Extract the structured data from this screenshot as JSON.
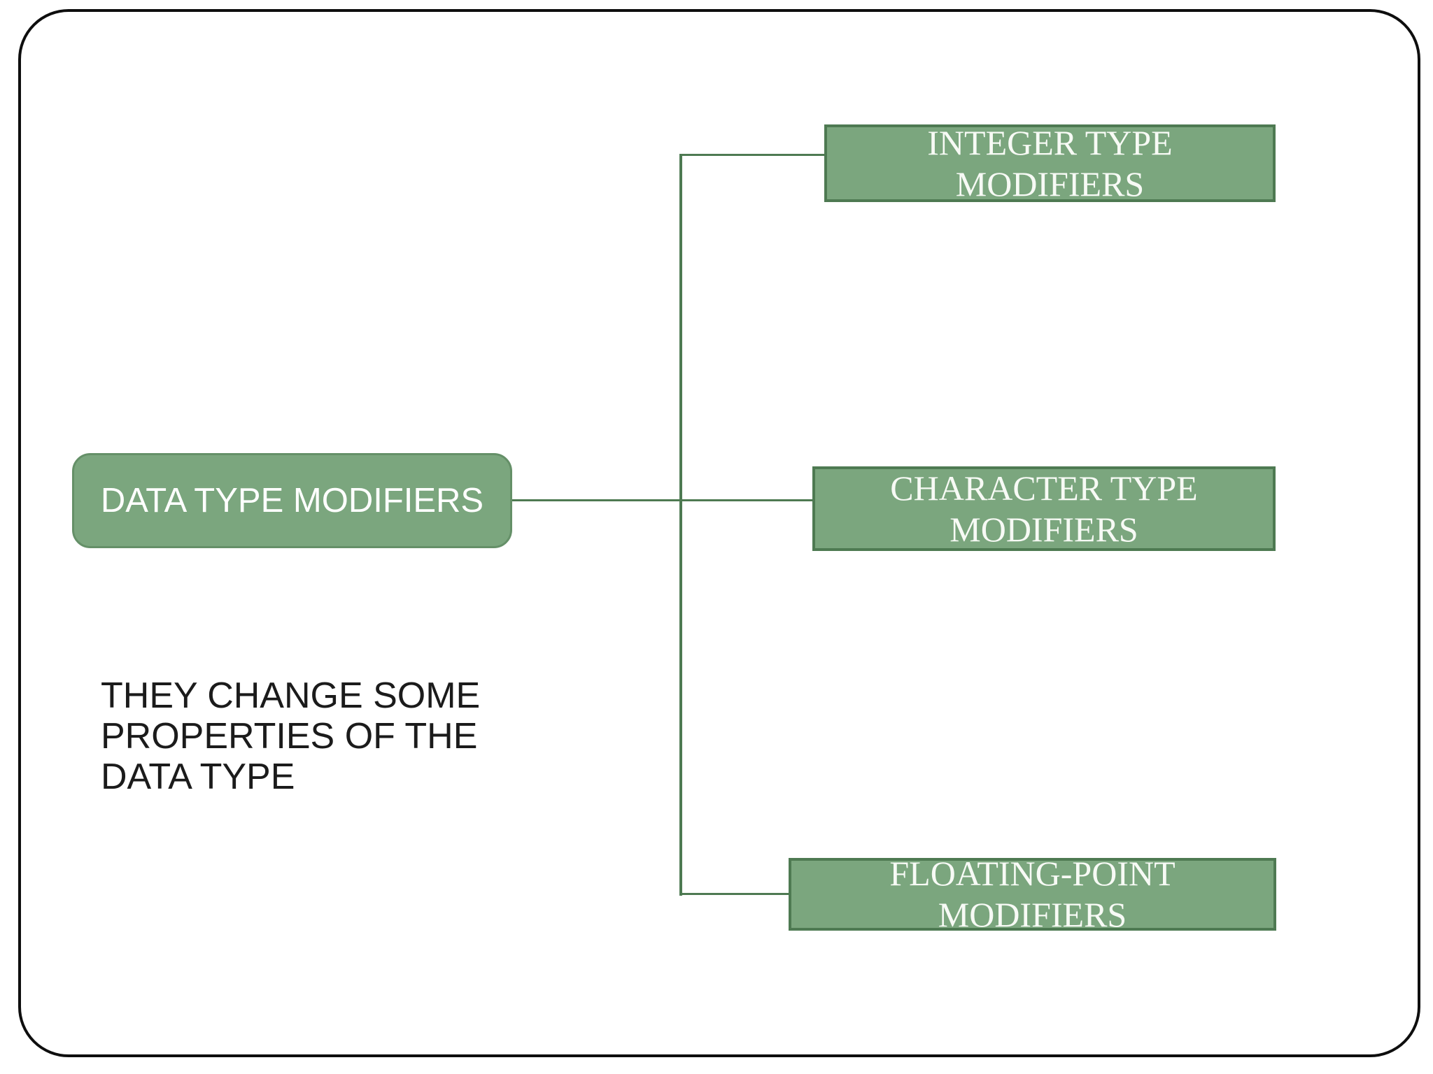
{
  "slide": {
    "colors": {
      "background": "#ffffff",
      "frame_border": "#0e0e0e",
      "node_fill": "#7ba67e",
      "node_border": "#4e7a52",
      "root_border": "#659068",
      "connector": "#4e7a52",
      "node_text": "#ffffff",
      "note_text": "#1b1b1b"
    }
  },
  "diagram": {
    "root": {
      "label": "DATA TYPE MODIFIERS"
    },
    "children": [
      {
        "label": "INTEGER TYPE MODIFIERS"
      },
      {
        "label": "CHARACTER TYPE MODIFIERS"
      },
      {
        "label": "FLOATING-POINT MODIFIERS"
      }
    ]
  },
  "note": {
    "text": "THEY CHANGE SOME PROPERTIES OF THE DATA TYPE"
  }
}
